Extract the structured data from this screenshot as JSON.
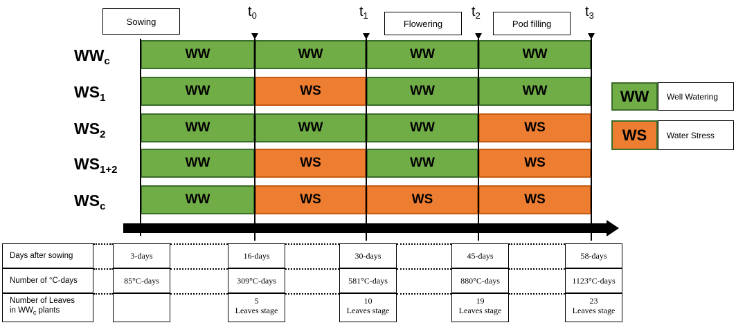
{
  "phases": {
    "sowing": "Sowing",
    "flowering": "Flowering",
    "pod_filling": "Pod filling"
  },
  "timepoints": [
    {
      "base": "t",
      "sub": "0"
    },
    {
      "base": "t",
      "sub": "1"
    },
    {
      "base": "t",
      "sub": "2"
    },
    {
      "base": "t",
      "sub": "3"
    }
  ],
  "rows": [
    {
      "base": "WW",
      "sub": "c",
      "cells": [
        "WW",
        "WW",
        "WW",
        "WW"
      ]
    },
    {
      "base": "WS",
      "sub": "1",
      "cells": [
        "WW",
        "WS",
        "WW",
        "WW"
      ]
    },
    {
      "base": "WS",
      "sub": "2",
      "cells": [
        "WW",
        "WW",
        "WW",
        "WS"
      ]
    },
    {
      "base": "WS",
      "sub": "1+2",
      "cells": [
        "WW",
        "WS",
        "WW",
        "WS"
      ]
    },
    {
      "base": "WS",
      "sub": "c",
      "cells": [
        "WW",
        "WS",
        "WS",
        "WS"
      ]
    }
  ],
  "legend": {
    "ww_code": "WW",
    "ww_label": "Well Watering",
    "ws_code": "WS",
    "ws_label": "Water Stress"
  },
  "colors": {
    "ww": "#70ad47",
    "ws": "#ed7d31"
  },
  "table": {
    "row_headers": {
      "days": "Days after sowing",
      "degree_days": "Number of °C-days",
      "leaves_line1": "Number of Leaves",
      "leaves_line2_pre": "in WW",
      "leaves_line2_sub": "c",
      "leaves_line2_post": " plants"
    },
    "days": [
      "3-days",
      "16-days",
      "30-days",
      "45-days",
      "58-days"
    ],
    "degree_days": [
      "85°C-days",
      "309°C-days",
      "581°C-days",
      "880°C-days",
      "1123°C-days"
    ],
    "leaves": [
      {
        "count": "",
        "stage": ""
      },
      {
        "count": "5",
        "stage": "Leaves stage"
      },
      {
        "count": "10",
        "stage": "Leaves stage"
      },
      {
        "count": "19",
        "stage": "Leaves stage"
      },
      {
        "count": "23",
        "stage": "Leaves stage"
      }
    ]
  }
}
